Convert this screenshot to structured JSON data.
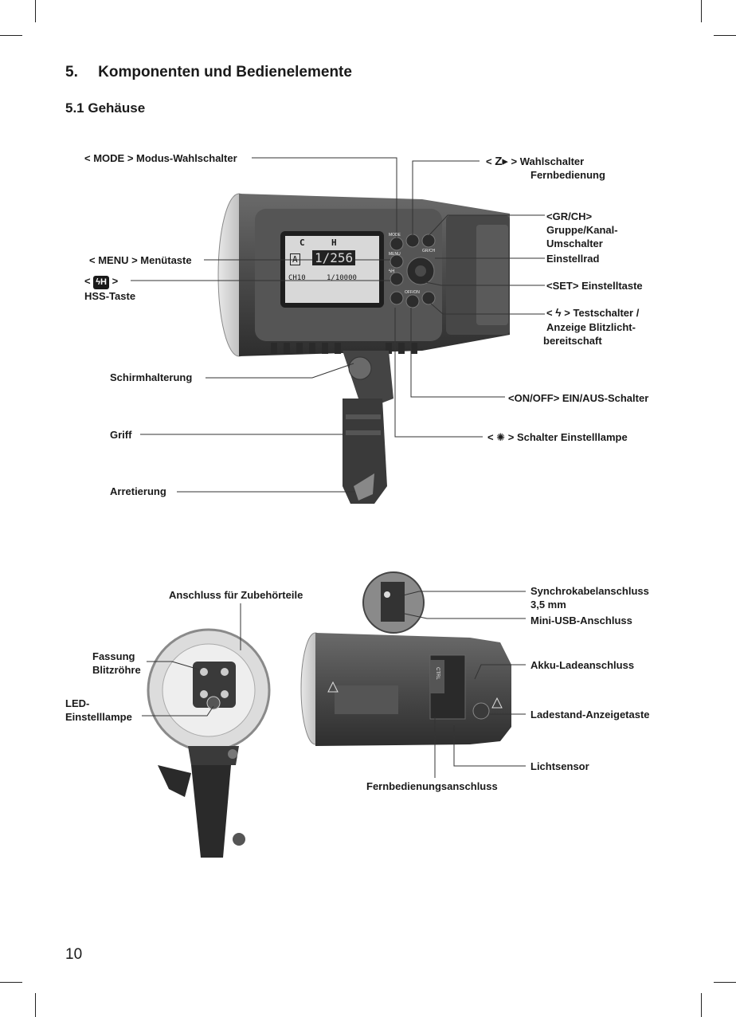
{
  "heading": {
    "number": "5.",
    "title": "Komponenten und Bedienelemente"
  },
  "subheading": "5.1 Gehäuse",
  "labels_top": {
    "mode": "< MODE > Modus-Wahlschalter",
    "remote_select_prefix": "<",
    "remote_select_suffix": ">",
    "remote_select_line1": "Wahlschalter",
    "remote_select_line2": "Fernbedienung",
    "grch_line1": "<GR/CH>",
    "grch_line2": "Gruppe/Kanal-",
    "grch_line3": "Umschalter",
    "menu": "< MENU > Menütaste",
    "hss_prefix": "<",
    "hss_suffix": ">",
    "hss_line2": "HSS-Taste",
    "dial": "Einstellrad",
    "set": "<SET> Einstelltaste",
    "test_prefix": "<",
    "test_suffix": "> Testschalter /",
    "test_line2": "Anzeige Blitzlicht-",
    "test_line3": "bereitschaft",
    "umbrella": "Schirmhalterung",
    "onoff": "<ON/OFF> EIN/AUS-Schalter",
    "grip": "Griff",
    "modeling_prefix": "<",
    "modeling_suffix": "> Schalter Einstelllampe",
    "lock": "Arretierung"
  },
  "labels_bottom": {
    "accessory": "Anschluss für Zubehörteile",
    "tube_line1": "Fassung",
    "tube_line2": "Blitzröhre",
    "led_line1": "LED-",
    "led_line2": "Einstelllampe",
    "sync_line1": "Synchrokabelanschluss",
    "sync_line2": "3,5 mm",
    "usb": "Mini-USB-Anschluss",
    "charge": "Akku-Ladeanschluss",
    "level": "Ladestand-Anzeigetaste",
    "sensor": "Lichtsensor",
    "remote_port": "Fernbedienungsanschluss"
  },
  "device": {
    "buttons": {
      "mode": "MODE",
      "menu": "MENU",
      "grch": "GR/CH",
      "onoff": "OFF/ON",
      "hss": "ϟH"
    },
    "lcd": {
      "mode": "C",
      "h": "H",
      "a": "A",
      "power": "1/256",
      "ch": "CH10",
      "speed": "1/10000"
    },
    "port_label": "CTRL"
  },
  "page_number": "10"
}
